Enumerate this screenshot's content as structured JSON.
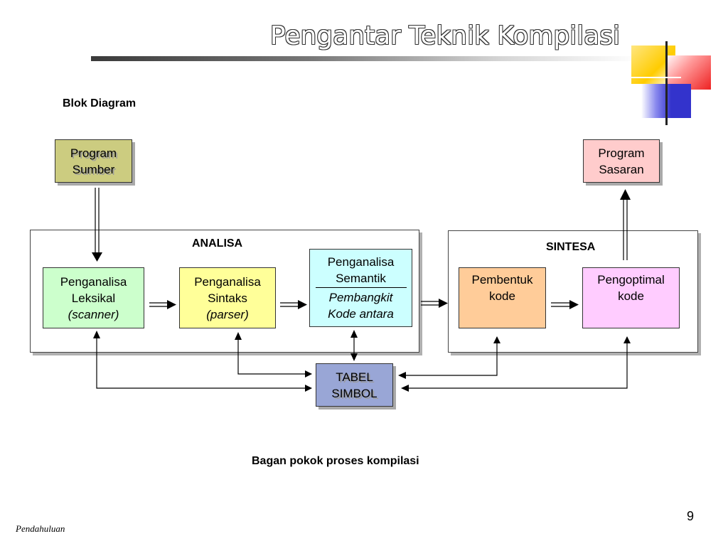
{
  "slide": {
    "title": "Pengantar Teknik Kompilasi",
    "section_label": "Blok Diagram",
    "caption": "Bagan pokok proses kompilasi",
    "page_number": "9",
    "footer": "Pendahuluan"
  },
  "diagram": {
    "program_sumber": {
      "line1": "Program",
      "line2": "Sumber"
    },
    "program_sasaran": {
      "line1": "Program",
      "line2": "Sasaran"
    },
    "analisa_label": "ANALISA",
    "sintesa_label": "SINTESA",
    "leksikal": {
      "line1": "Penganalisa",
      "line2": "Leksikal",
      "line3": "(scanner)"
    },
    "sintaks": {
      "line1": "Penganalisa",
      "line2": "Sintaks",
      "line3": "(parser)"
    },
    "semantik": {
      "line1": "Penganalisa",
      "line2": "Semantik",
      "line3": "Pembangkit",
      "line4": "Kode antara"
    },
    "pembentuk": {
      "line1": "Pembentuk",
      "line2": "kode"
    },
    "pengoptimal": {
      "line1": "Pengoptimal",
      "line2": "kode"
    },
    "tabel_simbol": {
      "line1": "TABEL",
      "line2": "SIMBOL"
    }
  },
  "colors": {
    "program_sumber": "#cccc80",
    "program_sasaran": "#ffcccc",
    "leksikal": "#ccffcc",
    "sintaks": "#ffff99",
    "semantik": "#ccffff",
    "pembentuk": "#ffcc99",
    "pengoptimal": "#ffccff",
    "tabel_simbol": "#99a6d6",
    "logo_yellow": "#ffcc00",
    "logo_blue": "#3333cc",
    "logo_red": "#ee2222"
  }
}
